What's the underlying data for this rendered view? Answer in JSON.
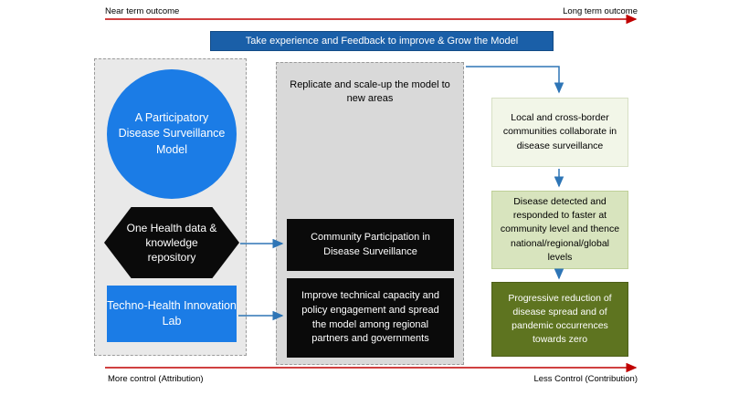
{
  "top_axis": {
    "left_label": "Near term outcome",
    "right_label": "Long term outcome"
  },
  "banner": {
    "text": "Take experience and Feedback to improve & Grow the Model"
  },
  "inputs_panel": {
    "circle_label": "A Participatory Disease Surveillance Model",
    "hexagon_label": "One Health data & knowledge repository",
    "lab_label": "Techno-Health Innovation Lab"
  },
  "activities_panel": {
    "scale_up_label": "Replicate and scale-up the model to new areas",
    "community_label": "Community Participation in Disease Surveillance",
    "capacity_label": "Improve technical capacity and policy engagement and spread the model among regional partners and governments"
  },
  "outcomes_column": {
    "collaboration_label": "Local and cross-border communities collaborate in disease surveillance",
    "detection_label": "Disease detected and responded to faster at community level and thence national/regional/global levels",
    "reduction_label": "Progressive reduction of disease spread and of pandemic occurrences towards zero"
  },
  "bottom_axis": {
    "left_label": "More control (Attribution)",
    "right_label": "Less Control (Contribution)"
  },
  "colors": {
    "red_arrow": "#C00000",
    "blue_arrow": "#2E75B6",
    "banner_blue": "#1A5FA8",
    "bright_blue": "#1B7CE6",
    "black_box": "#0A0A0A",
    "left_panel_gray": "#E9E9E9",
    "mid_panel_gray": "#D9D9D9",
    "green_light": "#F2F6E8",
    "green_mid": "#D8E4BE",
    "green_dark": "#5E7420"
  }
}
